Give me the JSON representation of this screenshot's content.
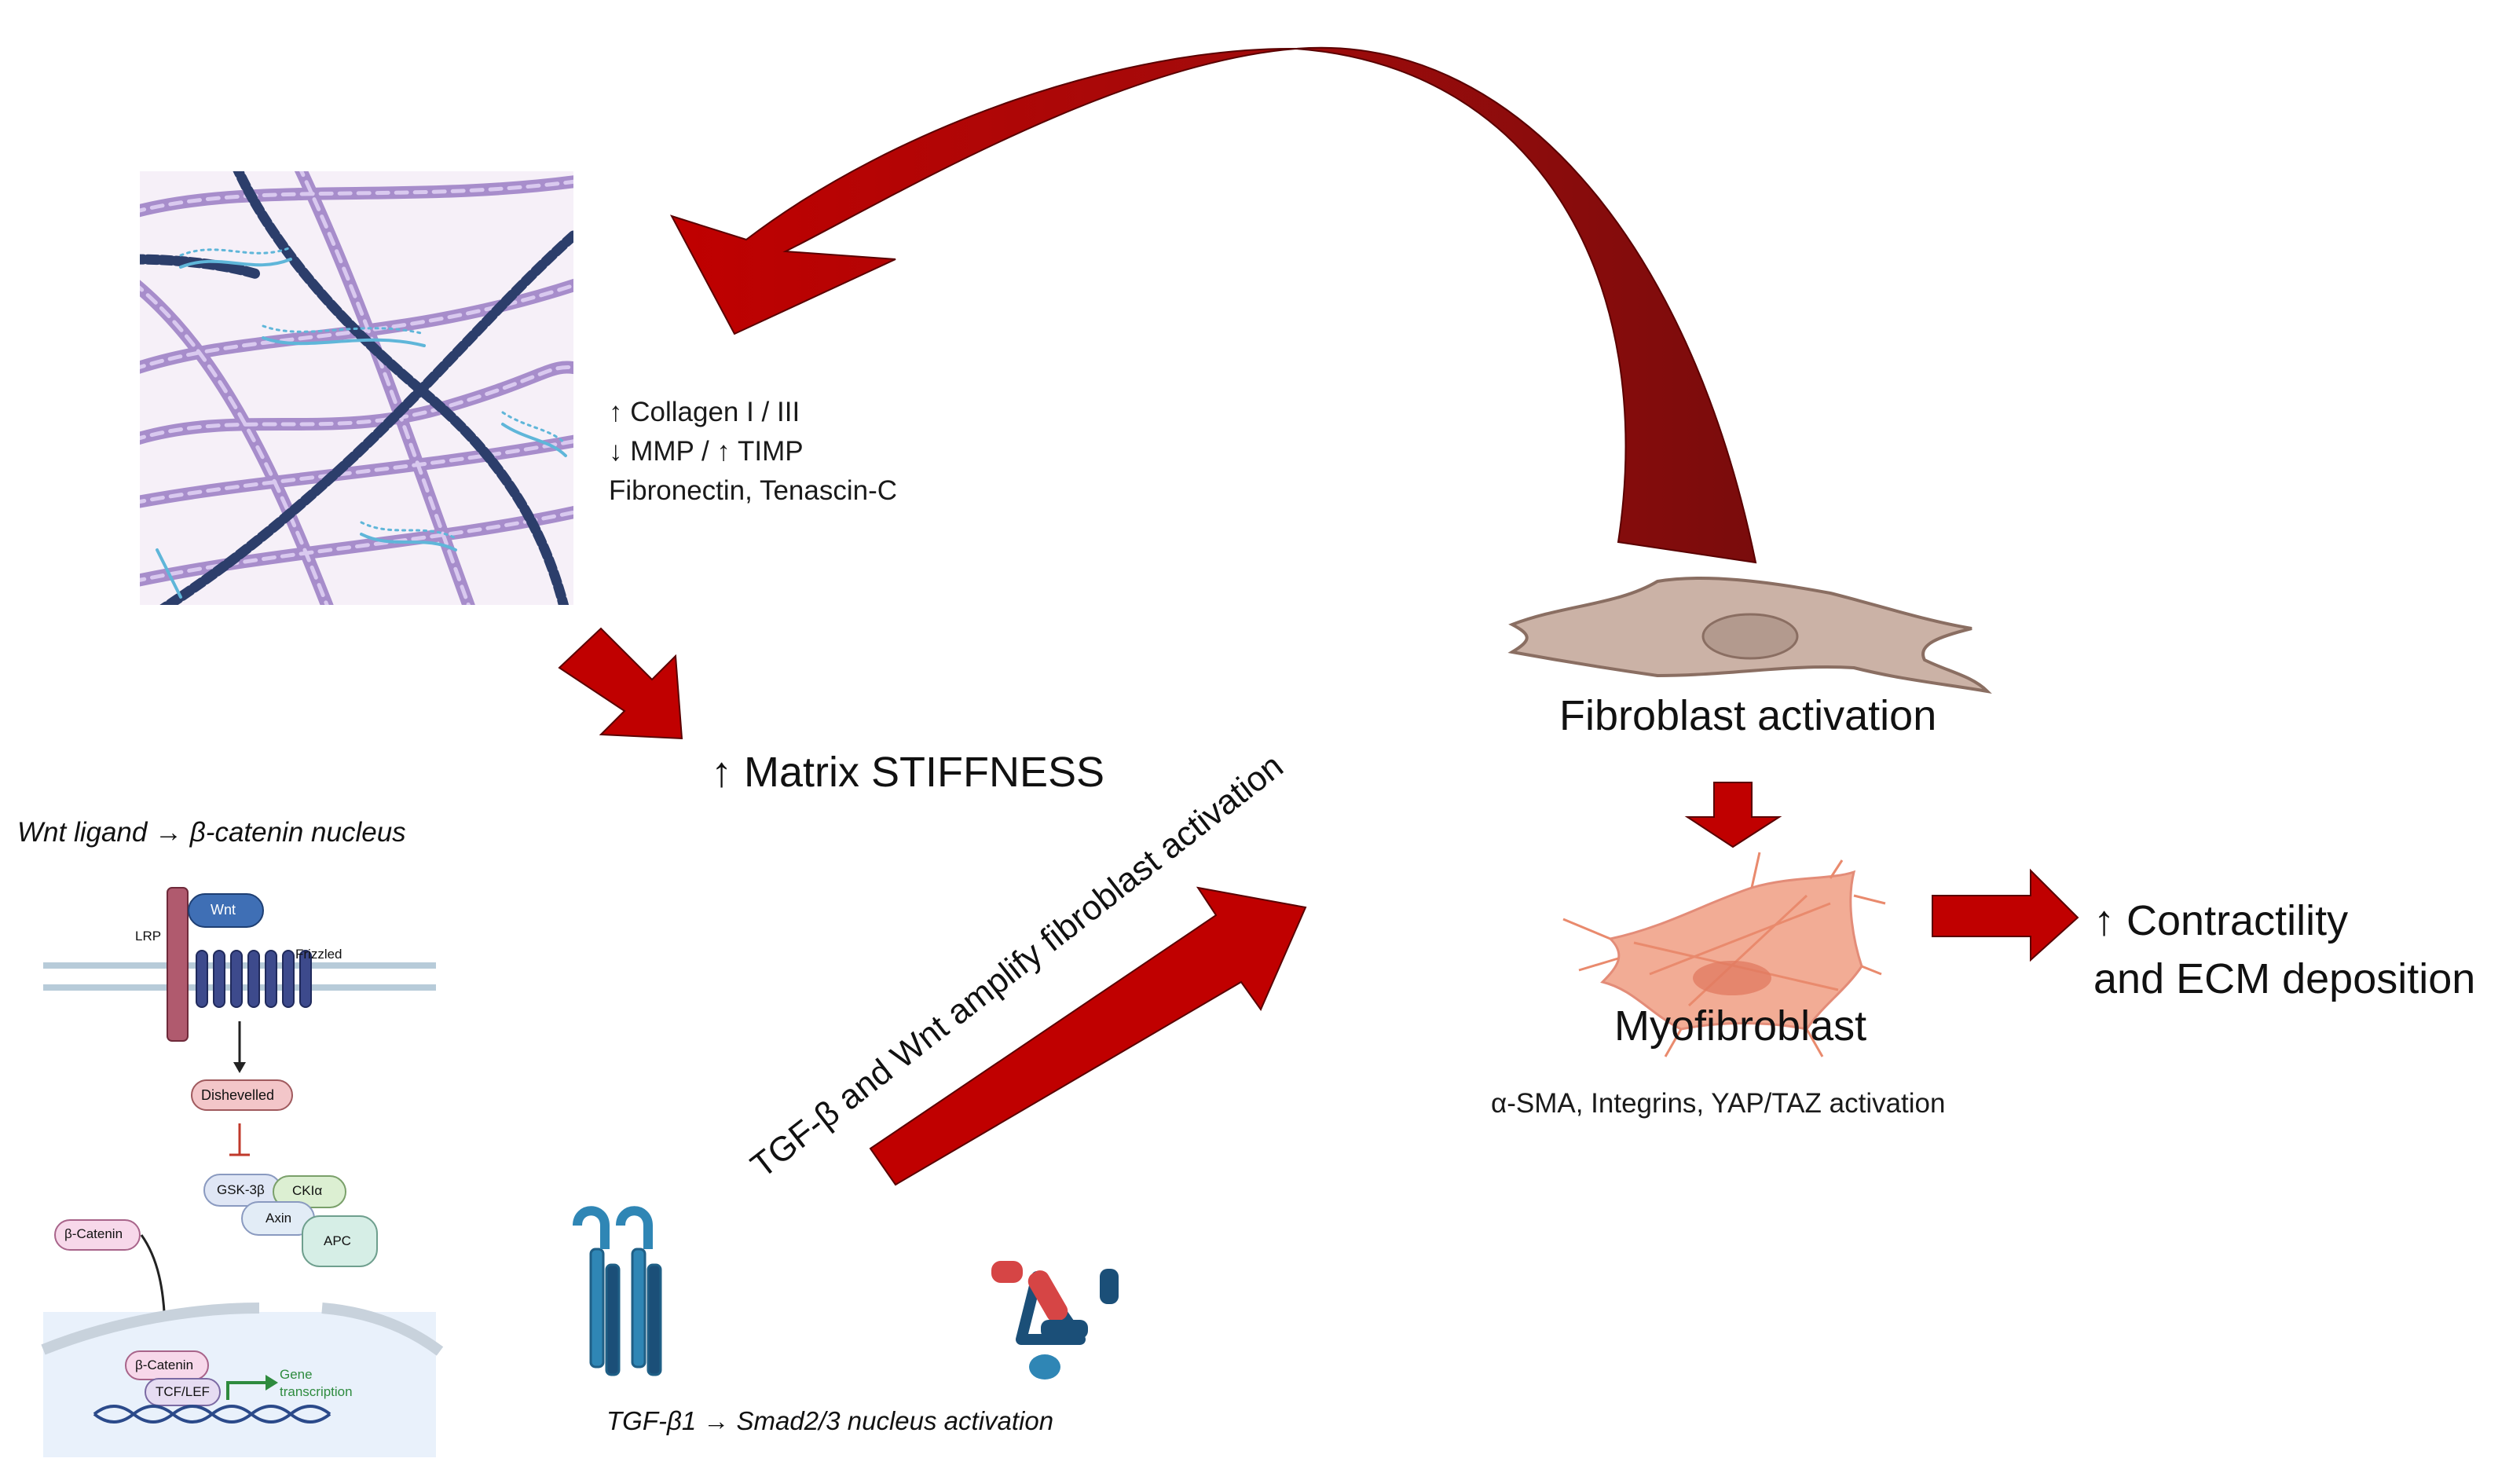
{
  "ecm": {
    "line1": "↑ Collagen I / III",
    "line2": "↓ MMP / ↑ TIMP",
    "line3": "Fibronectin, Tenascin-C"
  },
  "stiffness_label": "↑ Matrix STIFFNESS",
  "fibroblast_label": "Fibroblast activation",
  "myofibroblast_label": "Myofibroblast",
  "myofibroblast_markers": "α-SMA, Integrins, YAP/TAZ activation",
  "contractility": {
    "line1": "↑ Contractility",
    "line2": "and ECM deposition"
  },
  "amplify_label": "TGF-β and Wnt amplify fibroblast activation",
  "wnt": {
    "caption": "Wnt ligand → β-catenin nucleus",
    "lrp": "LRP",
    "wnt": "Wnt",
    "frizzled": "Frizzled",
    "dishevelled": "Dishevelled",
    "gsk": "GSK-3β",
    "ck": "CKIα",
    "axin": "Axin",
    "apc": "APC",
    "bcat_free": "β-Catenin",
    "bcat_nuc": "β-Catenin",
    "tcf": "TCF/LEF",
    "gene": "Gene",
    "transcription": "transcription"
  },
  "tgf_caption": "TGF-β1  → Smad2/3 nucleus activation",
  "colors": {
    "arrow_red": "#c00000",
    "arrow_dark": "#7a0c0c",
    "collagen": "#9a7cc4",
    "fiber_dark": "#2c3e6b",
    "glyco": "#5fb6d9",
    "fibroblast": "#cbb2a6",
    "myofibroblast": "#f1a48a"
  }
}
